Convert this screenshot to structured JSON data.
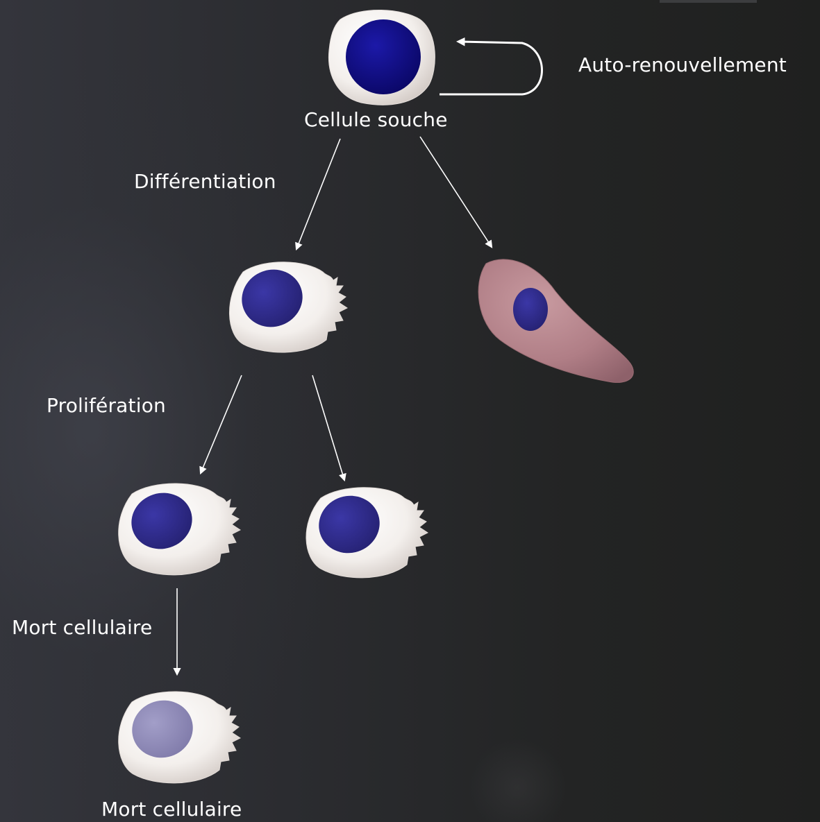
{
  "labels": {
    "self_renewal": "Auto-renouvellement",
    "stem_cell": "Cellule souche",
    "differentiation": "Différentiation",
    "proliferation": "Prolifération",
    "cell_death_process": "Mort cellulaire",
    "dead_cell": "Mort cellulaire"
  },
  "colors": {
    "background": "#26272a",
    "arrow": "#ffffff",
    "cell_membrane": "#f4f1ef",
    "nucleus": "#2d2a8e",
    "stem_nucleus": "#0d0a86",
    "dead_nucleus": "#8d88b8",
    "differentiated_cell": "#b9858c",
    "text": "#ffffff"
  }
}
